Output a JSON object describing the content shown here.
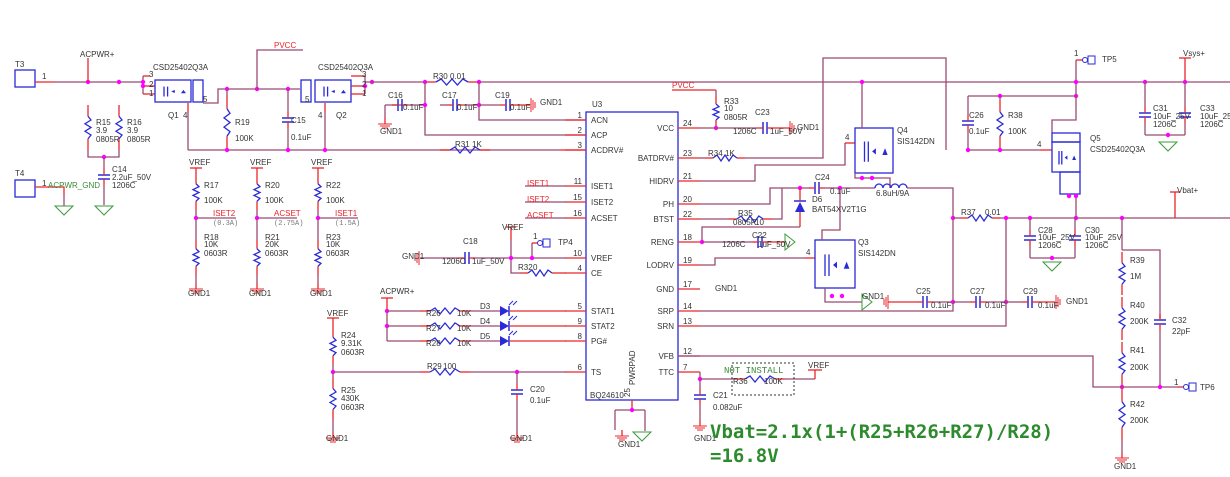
{
  "connectors": {
    "t3": "T3",
    "t4": "T4",
    "tp4": "TP4",
    "tp5": "TP5",
    "tp6": "TP6",
    "pin1": "1"
  },
  "nets": {
    "acpwr_plus": "ACPWR+",
    "acpwr_gnd": "ACPWR_GND",
    "pvcc": "PVCC",
    "vref": "VREF",
    "gnd1": "GND1",
    "iset1": "ISET1",
    "iset2": "ISET2",
    "acset": "ACSET",
    "vsys": "Vsys+",
    "vbat": "Vbat+"
  },
  "currents": {
    "iset2": "(0.3A)",
    "acset": "(2.75A)",
    "iset1": "(1.5A)"
  },
  "parts": {
    "r15": {
      "ref": "R15",
      "value": "3.9",
      "pkg": "0805R"
    },
    "r16": {
      "ref": "R16",
      "value": "3.9",
      "pkg": "0805R"
    },
    "c14": {
      "ref": "C14",
      "value": "2.2uF_50V",
      "pkg": "1206C"
    },
    "q1": {
      "ref": "Q1",
      "part": "CSD25402Q3A",
      "pins": [
        "3",
        "2",
        "1",
        "4",
        "5"
      ]
    },
    "q2": {
      "ref": "Q2",
      "part": "CSD25402Q3A",
      "pins": [
        "3",
        "2",
        "1",
        "4",
        "5"
      ]
    },
    "r19": {
      "ref": "R19",
      "value": "100K"
    },
    "c15": {
      "ref": "C15",
      "value": "0.1uF"
    },
    "c16": {
      "ref": "C16",
      "value": "0.1uF"
    },
    "c17": {
      "ref": "C17",
      "value": "0.1uF"
    },
    "c19": {
      "ref": "C19",
      "value": "0.1uF"
    },
    "r30": {
      "ref": "R30",
      "value": "0.01"
    },
    "r31": {
      "ref": "R31",
      "value": "1K"
    },
    "r17": {
      "ref": "R17",
      "value": "100K"
    },
    "r18": {
      "ref": "R18",
      "value": "10K",
      "pkg": "0603R"
    },
    "r20": {
      "ref": "R20",
      "value": "100K"
    },
    "r21": {
      "ref": "R21",
      "value": "20K",
      "pkg": "0603R"
    },
    "r22": {
      "ref": "R22",
      "value": "100K"
    },
    "r23": {
      "ref": "R23",
      "value": "10K",
      "pkg": "0603R"
    },
    "c18": {
      "ref": "C18",
      "value": "1uF_50V",
      "pkg": "1206C"
    },
    "r32": {
      "ref": "R32",
      "value": "0"
    },
    "r26": {
      "ref": "R26",
      "value": "10K"
    },
    "r27": {
      "ref": "R27",
      "value": "10K"
    },
    "r28": {
      "ref": "R28",
      "value": "10K"
    },
    "d3": {
      "ref": "D3"
    },
    "d4": {
      "ref": "D4"
    },
    "d5": {
      "ref": "D5"
    },
    "r24": {
      "ref": "R24",
      "value": "9.31K",
      "pkg": "0603R"
    },
    "r25": {
      "ref": "R25",
      "value": "430K",
      "pkg": "0603R"
    },
    "r29": {
      "ref": "R29",
      "value": "100"
    },
    "c20": {
      "ref": "C20",
      "value": "0.1uF"
    },
    "r33": {
      "ref": "R33",
      "value": "10",
      "pkg": "0805R"
    },
    "c23": {
      "ref": "C23",
      "value": "1uF_50V",
      "pkg": "1206C"
    },
    "r34": {
      "ref": "R34",
      "value": "1K"
    },
    "c24": {
      "ref": "C24",
      "value": "0.1uF"
    },
    "d6": {
      "ref": "D6",
      "part": "BAT54XV2T1G"
    },
    "r35": {
      "ref": "R35",
      "value": "10",
      "pkg": "0805R"
    },
    "c22": {
      "ref": "C22",
      "value": "1uF_50V",
      "pkg": "1206C"
    },
    "q4": {
      "ref": "Q4",
      "part": "SIS142DN",
      "gate": "4"
    },
    "q3": {
      "ref": "Q3",
      "part": "SIS142DN",
      "gate": "4"
    },
    "l1": {
      "value": "6.8uH/9A"
    },
    "c25": {
      "ref": "C25",
      "value": "0.1uF"
    },
    "c27": {
      "ref": "C27",
      "value": "0.1uF"
    },
    "c29": {
      "ref": "C29",
      "value": "0.1uF"
    },
    "r37": {
      "ref": "R37",
      "value": "0.01"
    },
    "c26": {
      "ref": "C26",
      "value": "0.1uF"
    },
    "r38": {
      "ref": "R38",
      "value": "100K"
    },
    "q5": {
      "ref": "Q5",
      "part": "CSD25402Q3A",
      "gate": "4"
    },
    "c31": {
      "ref": "C31",
      "value": "10uF_25V",
      "pkg": "1206C"
    },
    "c33": {
      "ref": "C33",
      "value": "10uF_25V",
      "pkg": "1206C"
    },
    "c28": {
      "ref": "C28",
      "value": "10uF_25V",
      "pkg": "1206C"
    },
    "c30": {
      "ref": "C30",
      "value": "10uF_25V",
      "pkg": "1206C"
    },
    "r39": {
      "ref": "R39",
      "value": "1M"
    },
    "r40": {
      "ref": "R40",
      "value": "200K"
    },
    "r41": {
      "ref": "R41",
      "value": "200K"
    },
    "r42": {
      "ref": "R42",
      "value": "200K"
    },
    "c32": {
      "ref": "C32",
      "value": "22pF"
    },
    "r36": {
      "ref": "R36",
      "value": "100K"
    },
    "c21": {
      "ref": "C21",
      "value": "0.082uF"
    }
  },
  "ic": {
    "ref": "U3",
    "part": "BQ24610",
    "pwrpad": "PWRPAD",
    "pad_pin": "25",
    "left_pins": [
      {
        "num": "1",
        "name": "ACN"
      },
      {
        "num": "2",
        "name": "ACP"
      },
      {
        "num": "3",
        "name": "ACDRV#"
      },
      {
        "num": "11",
        "name": "ISET1"
      },
      {
        "num": "15",
        "name": "ISET2"
      },
      {
        "num": "16",
        "name": "ACSET"
      },
      {
        "num": "10",
        "name": "VREF"
      },
      {
        "num": "4",
        "name": "CE"
      },
      {
        "num": "5",
        "name": "STAT1"
      },
      {
        "num": "9",
        "name": "STAT2"
      },
      {
        "num": "8",
        "name": "PG#"
      },
      {
        "num": "6",
        "name": "TS"
      }
    ],
    "right_pins": [
      {
        "num": "24",
        "name": "VCC"
      },
      {
        "num": "23",
        "name": "BATDRV#"
      },
      {
        "num": "21",
        "name": "HIDRV"
      },
      {
        "num": "20",
        "name": "PH"
      },
      {
        "num": "22",
        "name": "BTST"
      },
      {
        "num": "18",
        "name": "RENG"
      },
      {
        "num": "19",
        "name": "LODRV"
      },
      {
        "num": "17",
        "name": "GND"
      },
      {
        "num": "14",
        "name": "SRP"
      },
      {
        "num": "13",
        "name": "SRN"
      },
      {
        "num": "12",
        "name": "VFB"
      },
      {
        "num": "7",
        "name": "TTC"
      }
    ]
  },
  "note": {
    "not_install": "NOT INSTALL"
  },
  "formula": {
    "line1": "Vbat=2.1x(1+(R25+R26+R27)/R28)",
    "line2": "=16.8V"
  },
  "colors": {
    "wire": "#9c4a74",
    "lead": "#e8262b",
    "component": "#2a2ad8",
    "junction": "#ff00ff",
    "net_label": "#e8262b",
    "note": "#2d8a2d"
  }
}
